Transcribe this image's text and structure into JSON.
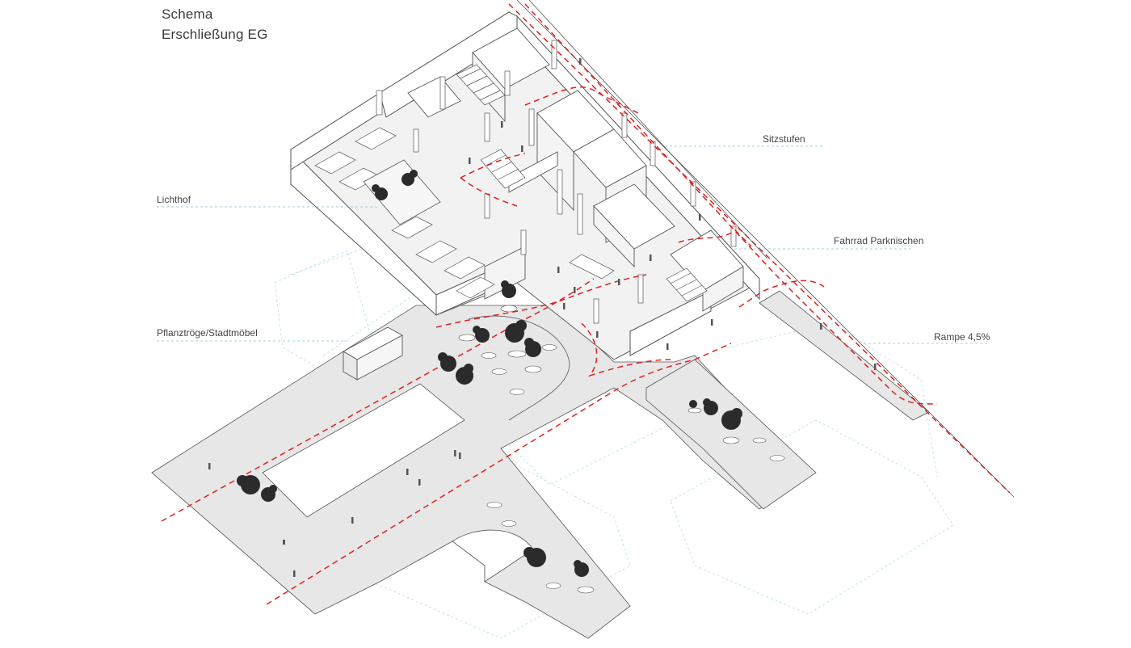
{
  "title": {
    "line1": "Schema",
    "line2": "Erschließung EG"
  },
  "labels": {
    "lichthof": "Lichthof",
    "pflanztroege": "Pflanztröge/Stadtmöbel",
    "sitzstufen": "Sitzstufen",
    "fahrrad": "Fahrrad Parknischen",
    "rampe": "Rampe 4,5%"
  },
  "colors": {
    "background": "#ffffff",
    "ground": "#e7e7e7",
    "building_floor": "#f2f2f2",
    "wall": "#ffffff",
    "line": "#555555",
    "path": "#e02020",
    "leader": "#7fc6cf",
    "context": "#b5dfe3",
    "tree": "#2b2b2b"
  }
}
